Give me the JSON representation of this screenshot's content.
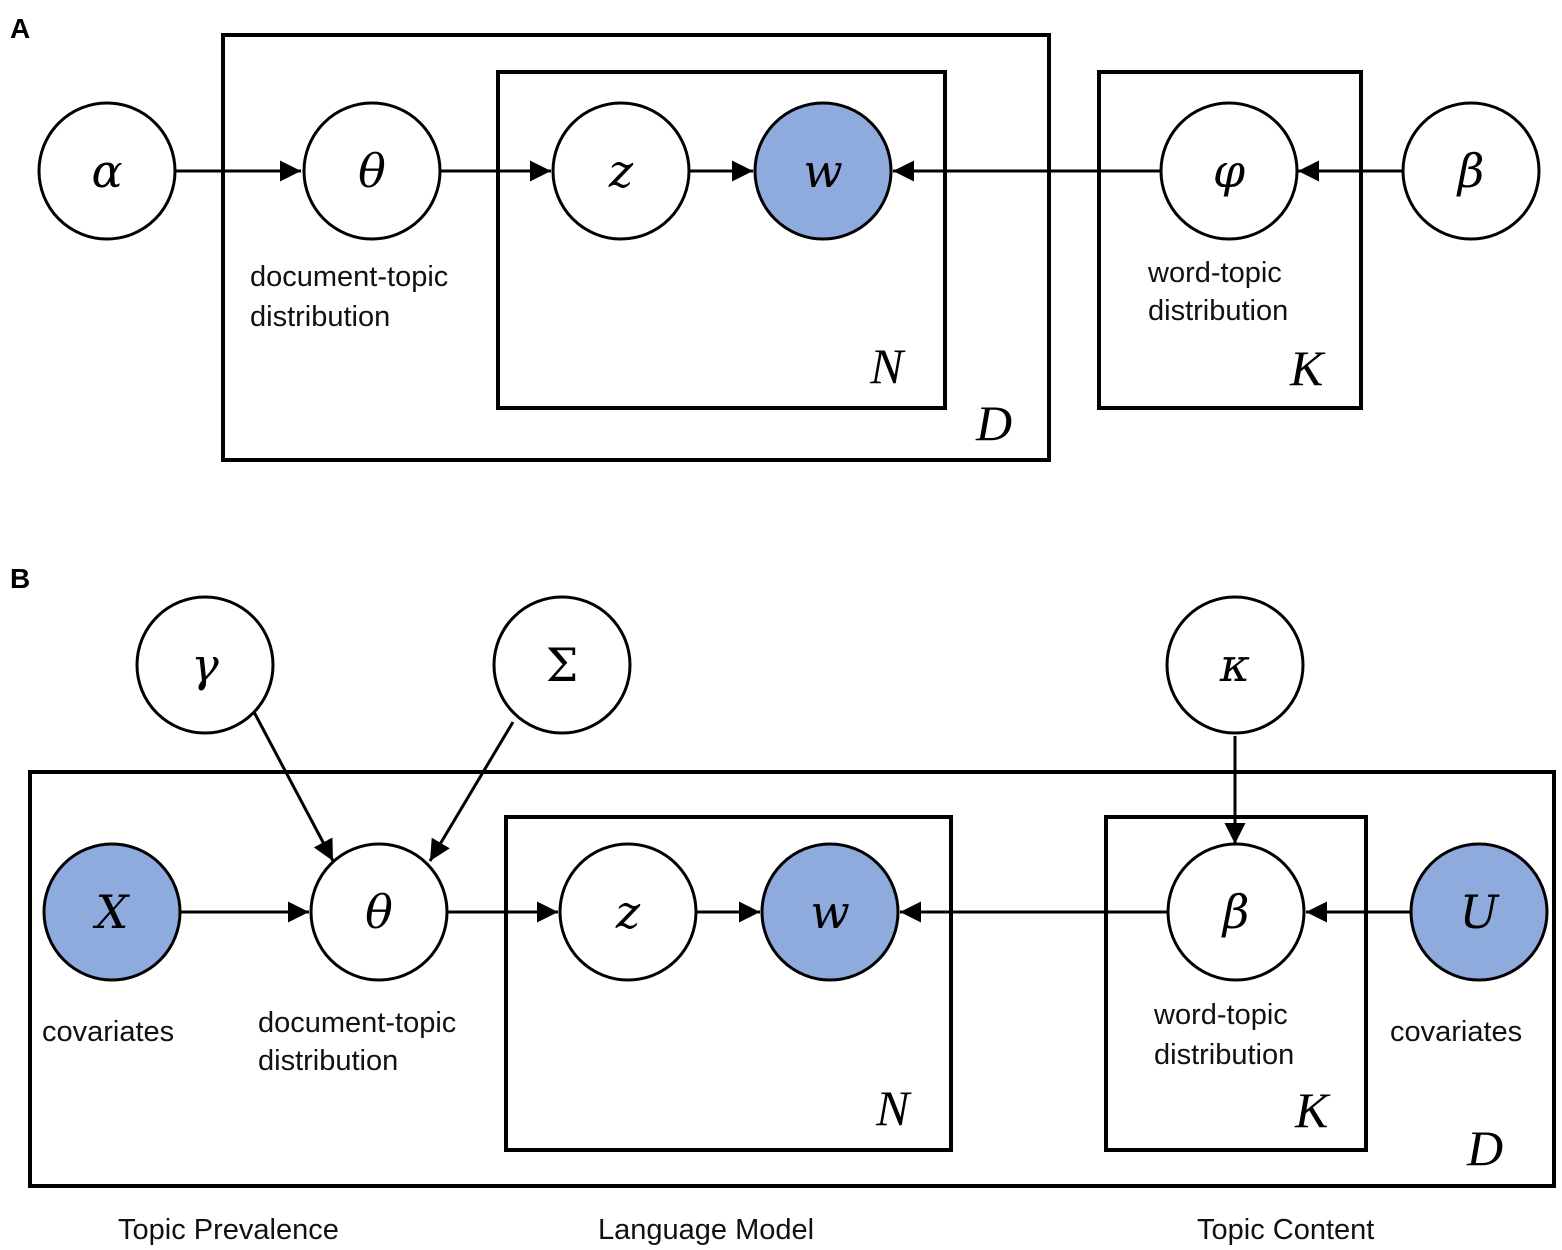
{
  "panel_a": {
    "label": "A",
    "nodes": {
      "alpha": "α",
      "theta": "θ",
      "z": "z",
      "w": "w",
      "phi": "φ",
      "beta": "β"
    },
    "annotations": {
      "doc_topic_line1": "document-topic",
      "doc_topic_line2": "distribution",
      "word_topic_line1": "word-topic",
      "word_topic_line2": "distribution"
    },
    "plates": {
      "N": "N",
      "D": "D",
      "K": "K"
    }
  },
  "panel_b": {
    "label": "B",
    "nodes": {
      "gamma": "γ",
      "sigma": "Σ",
      "kappa": "κ",
      "X": "X",
      "theta": "θ",
      "z": "z",
      "w": "w",
      "beta": "β",
      "U": "U"
    },
    "annotations": {
      "covariates_left": "covariates",
      "doc_topic_line1": "document-topic",
      "doc_topic_line2": "distribution",
      "word_topic_line1": "word-topic",
      "word_topic_line2": "distribution",
      "covariates_right": "covariates"
    },
    "plates": {
      "N": "N",
      "K": "K",
      "D": "D"
    },
    "sections": {
      "topic_prevalence": "Topic Prevalence",
      "language_model": "Language Model",
      "topic_content": "Topic Content"
    }
  },
  "colors": {
    "observed_node_fill": "#8faadc",
    "latent_node_fill": "#ffffff",
    "stroke": "#000000"
  }
}
